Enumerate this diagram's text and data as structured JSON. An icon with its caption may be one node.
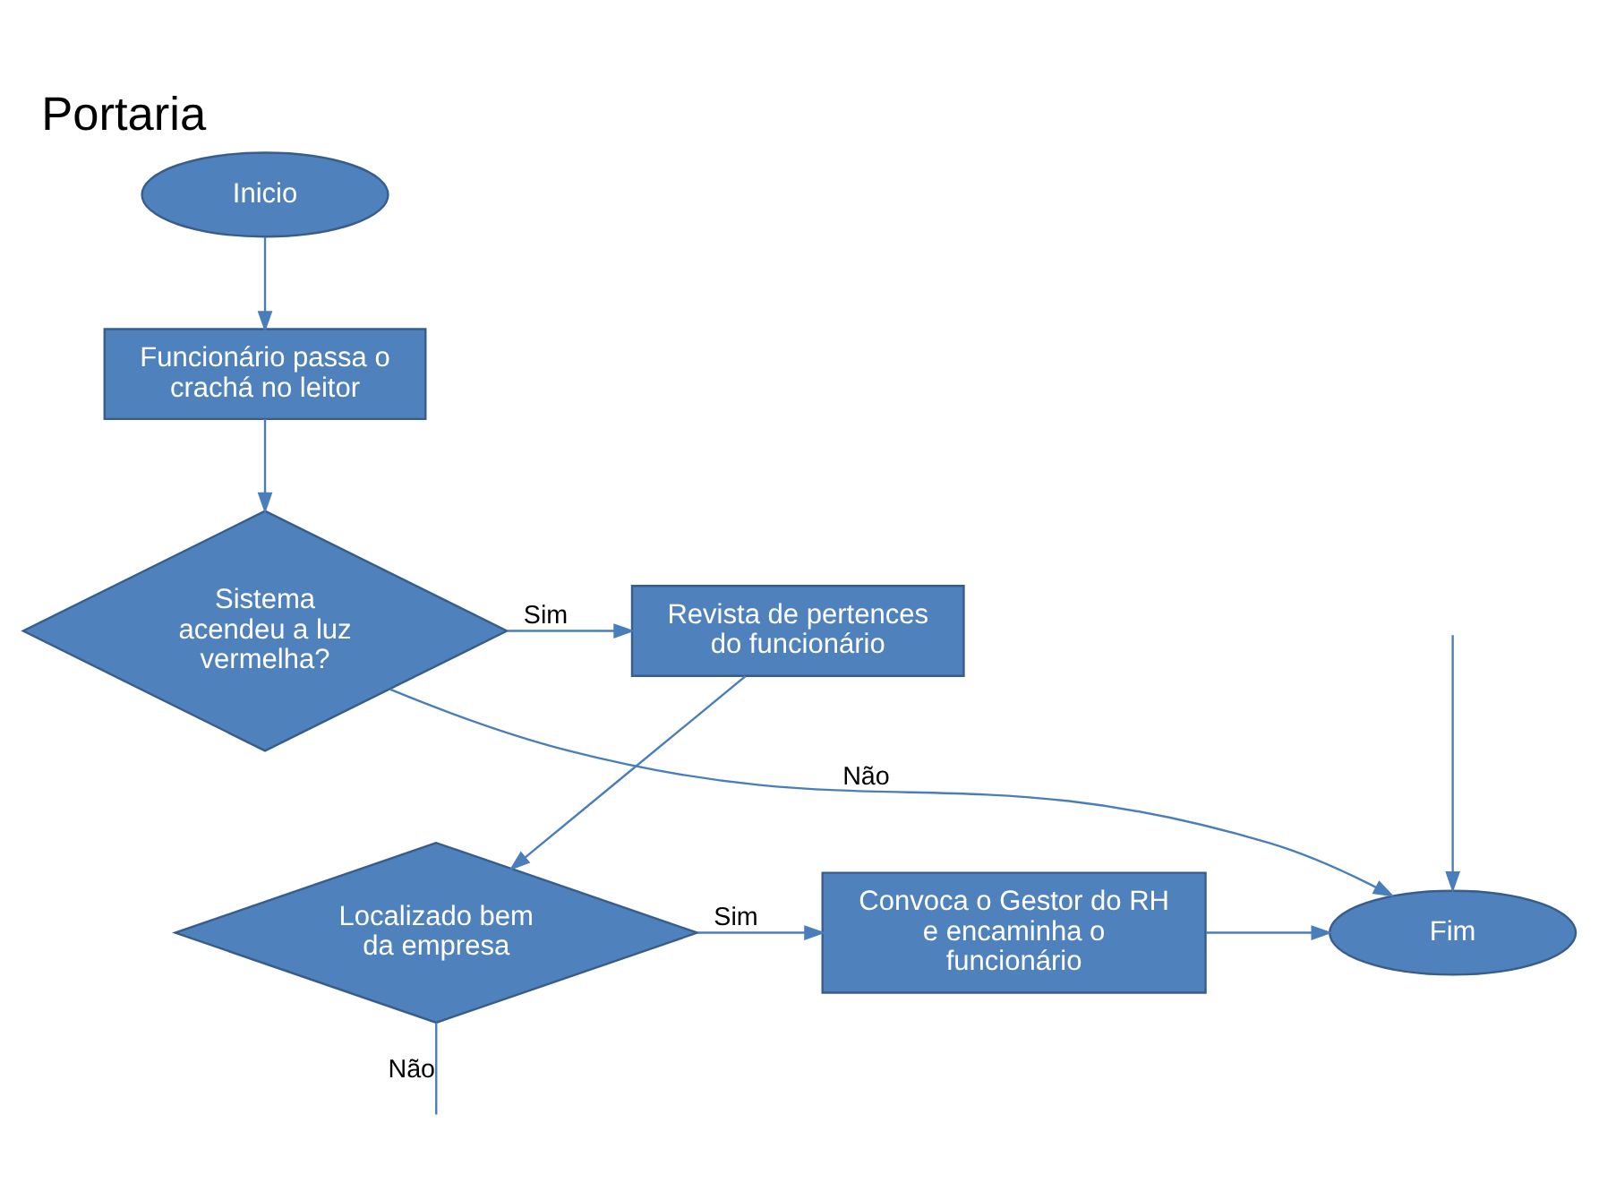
{
  "diagram": {
    "title": "Portaria",
    "nodes": [
      {
        "text": [
          "Inicio"
        ]
      },
      {
        "text": [
          "Funcionário passa o crachá no leitor"
        ]
      },
      {
        "text": [
          "Sistema acendeu a luz vermelha?"
        ]
      },
      {
        "text": [
          "Revista de pertences do funcionário"
        ]
      },
      {
        "text": [
          "Localizado bem da empresa"
        ]
      },
      {
        "text": [
          "Convoca o Gestor do RH e encaminha o funcionário"
        ]
      },
      {
        "text": [
          "Fim"
        ]
      }
    ],
    "edges": [
      {
        "from": 0,
        "to": 1,
        "arrow": "to"
      },
      {
        "from": 1,
        "to": 2,
        "arrow": "to"
      },
      {
        "from": 2,
        "to": 3,
        "arrow": "to",
        "label": "Sim"
      },
      {
        "from": 2,
        "to": 6,
        "arrow": "to",
        "label": "Não"
      },
      {
        "from": 3,
        "to": 4,
        "arrow": "to"
      },
      {
        "from": 4,
        "to": 5,
        "arrow": "to",
        "label": "Sim"
      },
      {
        "from": 5,
        "to": 6,
        "arrow": "to"
      },
      {
        "from": 4,
        "to": null,
        "arrow": "none",
        "label": "Não"
      },
      {
        "from": null,
        "to": 6,
        "arrow": "to"
      }
    ]
  }
}
